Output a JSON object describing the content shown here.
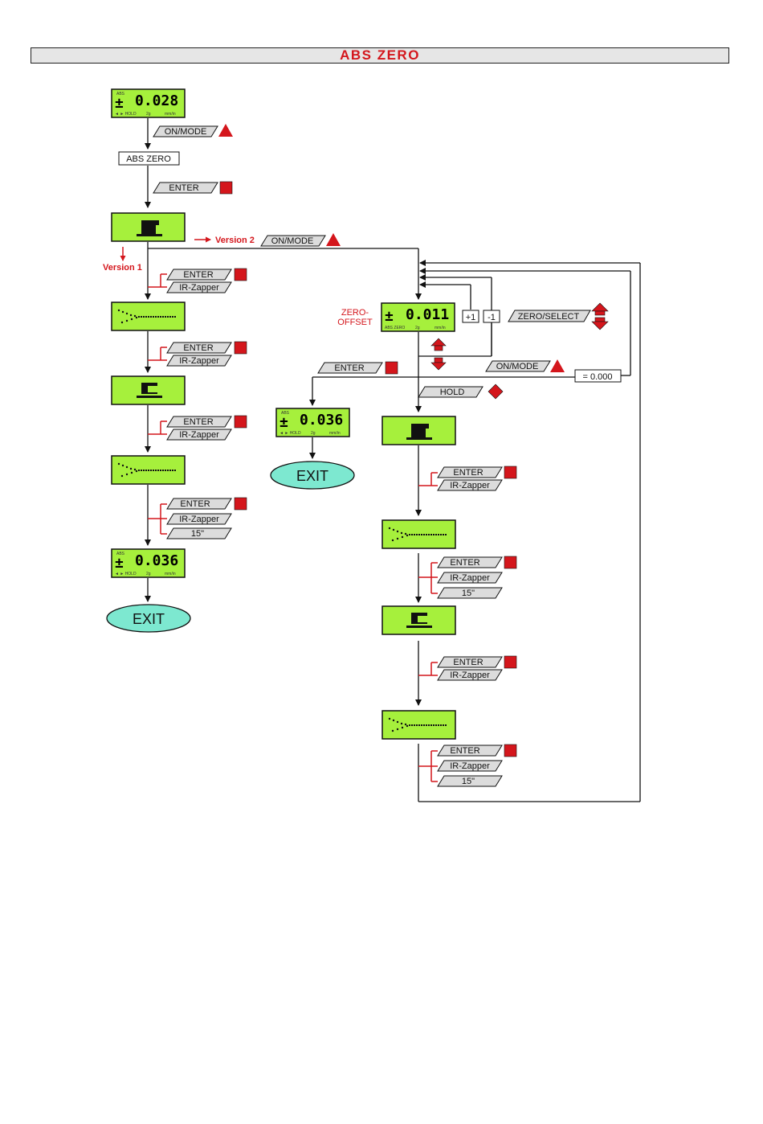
{
  "title": "ABS ZERO",
  "colors": {
    "lcd": "#a6f03c",
    "red": "#d4161c",
    "exit": "#7de8d0",
    "key": "#dcdcdc"
  },
  "displays": {
    "d1": {
      "value": "0.028",
      "sign": "±",
      "small_top": "ABS",
      "small": [
        "◄ ► HOLD",
        "2g",
        "mm/in"
      ]
    },
    "d_zero": {
      "value": "0.011",
      "sign": "±",
      "small": [
        "ABS ZERO",
        "2g",
        "mm/in"
      ]
    },
    "d_mid": {
      "value": "0.036",
      "sign": "±",
      "small_top": "ABS",
      "small": [
        "◄ ► HOLD",
        "2g",
        "mm/in"
      ]
    },
    "d_left": {
      "value": "0.036",
      "sign": "±",
      "small_top": "ABS",
      "small": [
        "◄ ► HOLD",
        "2g",
        "mm/in"
      ]
    }
  },
  "labels": {
    "on_mode": "ON/MODE",
    "abs_zero_box": "ABS  ZERO",
    "enter": "ENTER",
    "ir_zapper": "IR-Zapper",
    "fifteen": "15\"",
    "version1": "Version 1",
    "version2": "Version 2",
    "zero_offset_1": "ZERO-",
    "zero_offset_2": "OFFSET",
    "plus_one": "+1",
    "minus_one": "-1",
    "zero_select": "ZERO/SELECT",
    "hold": "HOLD",
    "equals_zero": "= 0.000",
    "exit": "EXIT"
  }
}
